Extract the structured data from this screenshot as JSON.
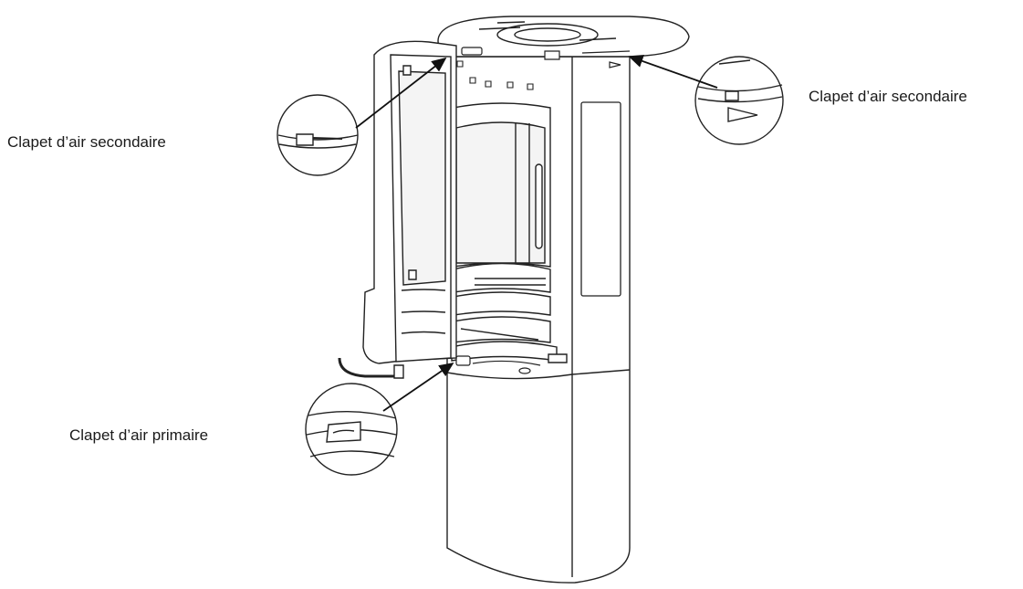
{
  "labels": {
    "secondary_left": "Clapet d’air secondaire",
    "secondary_right": "Clapet d’air secondaire",
    "primary": "Clapet d’air primaire"
  },
  "colors": {
    "stroke": "#222222",
    "fill": "#ffffff",
    "glass": "#f4f4f4"
  },
  "icons": {
    "stove": "wood-stove-drawing",
    "magnifier": "detail-magnifier-circle",
    "arrow": "arrow"
  }
}
